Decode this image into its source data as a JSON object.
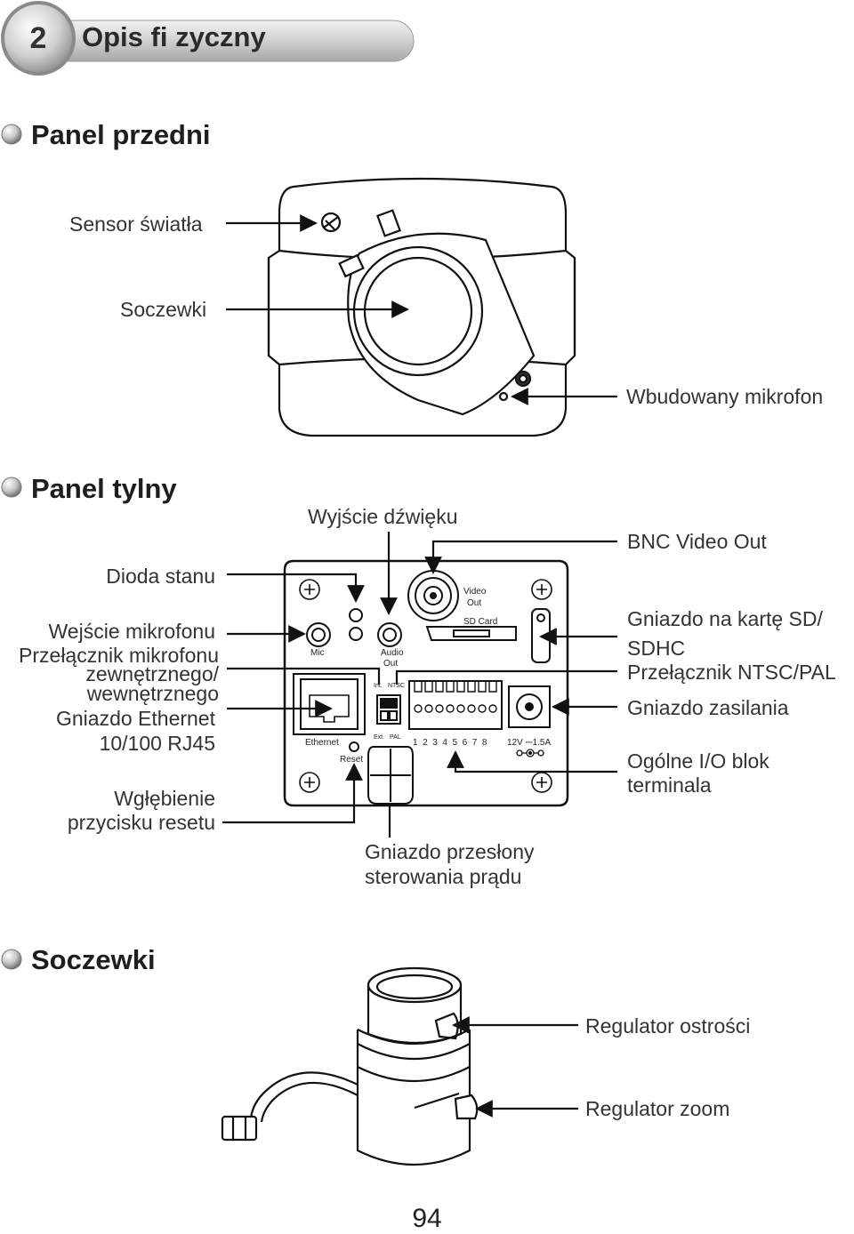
{
  "header": {
    "number": "2",
    "title": "Opis fi zyczny"
  },
  "sections": {
    "front": "Panel przedni",
    "rear": "Panel tylny",
    "lens": "Soczewki"
  },
  "front_labels": {
    "light_sensor": "Sensor światła",
    "lens": "Soczewki",
    "mic": "Wbudowany mikrofon"
  },
  "rear_labels": {
    "audio_out": "Wyjście dźwięku",
    "bnc": "BNC Video Out",
    "status_led": "Dioda stanu",
    "mic_in": "Wejście mikrofonu",
    "mic_switch_1": "Przełącznik mikrofonu",
    "mic_switch_2": "zewnętrznego/",
    "mic_switch_3": "wewnętrznego",
    "ethernet_1": "Gniazdo Ethernet",
    "ethernet_2": "10/100 RJ45",
    "reset_1": "Wgłębienie",
    "reset_2": "przycisku resetu",
    "sd_1": "Gniazdo na kartę SD/",
    "sd_2": "SDHC",
    "ntsc": "Przełącznik NTSC/PAL",
    "power": "Gniazdo zasilania",
    "io_1": "Ogólne I/O blok",
    "io_2": "terminala",
    "iris_1": "Gniazdo przesłony",
    "iris_2": "sterowania prądu"
  },
  "panel_text": {
    "video_out_1": "Video",
    "video_out_2": "Out",
    "sd_card": "SD Card",
    "mic": "Mic",
    "audio_out_1": "Audio",
    "audio_out_2": "Out",
    "int": "Int.",
    "ntsc": "NTSC",
    "ext": "Ext.",
    "pal": "PAL",
    "ethernet": "Ethernet",
    "reset": "Reset",
    "terminals": "1  2  3  4  5  6  7  8",
    "power_rating": "12V ⎓1.5A"
  },
  "lens_labels": {
    "focus": "Regulator ostrości",
    "zoom": "Regulator zoom"
  },
  "page_number": "94"
}
